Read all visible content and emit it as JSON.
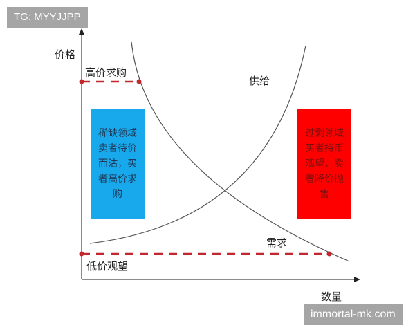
{
  "watermark_top": "TG: MYYJJPP",
  "watermark_bottom": "immortal-mk.com",
  "axes": {
    "y_label": "价格",
    "x_label": "数量"
  },
  "curves": {
    "supply_label": "供给",
    "demand_label": "需求"
  },
  "price_lines": {
    "high_label": "高价求购",
    "low_label": "低价观望"
  },
  "boxes": {
    "scarcity": {
      "text": "稀缺领域卖者待价而沽，买者高价求购",
      "color": "#17a9ec"
    },
    "surplus": {
      "text": "过剩领域买者持币观望，卖者降价抛售",
      "color": "#fe0000"
    }
  },
  "colors": {
    "dashed_line": "#c0282d",
    "axis": "#555555",
    "curve": "#555555"
  }
}
